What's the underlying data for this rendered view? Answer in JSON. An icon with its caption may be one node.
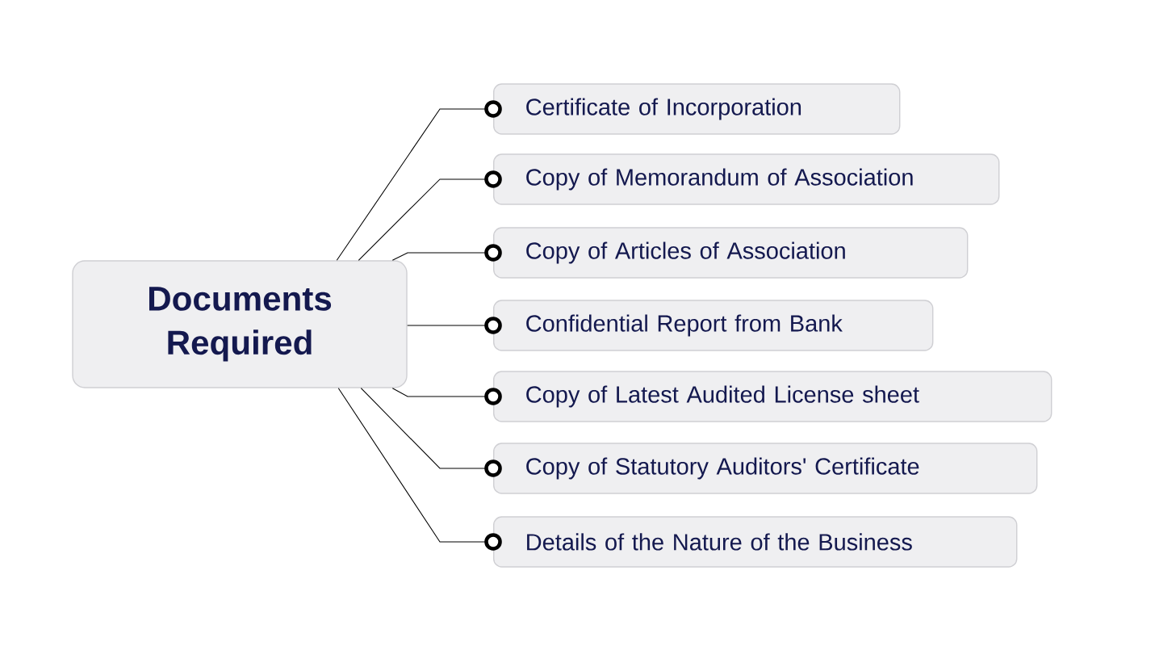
{
  "diagram": {
    "nodes": [
      {
        "text": [
          "Documents Required"
        ]
      },
      {
        "text": [
          "Certificate of Incorporation"
        ]
      },
      {
        "text": [
          "Copy of Memorandum of Association"
        ]
      },
      {
        "text": [
          "Copy of Articles of Association"
        ]
      },
      {
        "text": [
          "Confidential Report from Bank"
        ]
      },
      {
        "text": [
          "Copy of Latest Audited License sheet"
        ]
      },
      {
        "text": [
          "Copy of Statutory Auditors' Certificate"
        ]
      },
      {
        "text": [
          "Details of the Nature of the Business"
        ]
      }
    ],
    "edges": [
      {
        "from": 0,
        "to": 1,
        "arrow": "other"
      },
      {
        "from": 0,
        "to": 2,
        "arrow": "other"
      },
      {
        "from": 0,
        "to": 3,
        "arrow": "other"
      },
      {
        "from": 0,
        "to": 4,
        "arrow": "other"
      },
      {
        "from": 0,
        "to": 5,
        "arrow": "other"
      },
      {
        "from": 0,
        "to": 6,
        "arrow": "other"
      },
      {
        "from": 0,
        "to": 7,
        "arrow": "other"
      }
    ]
  }
}
